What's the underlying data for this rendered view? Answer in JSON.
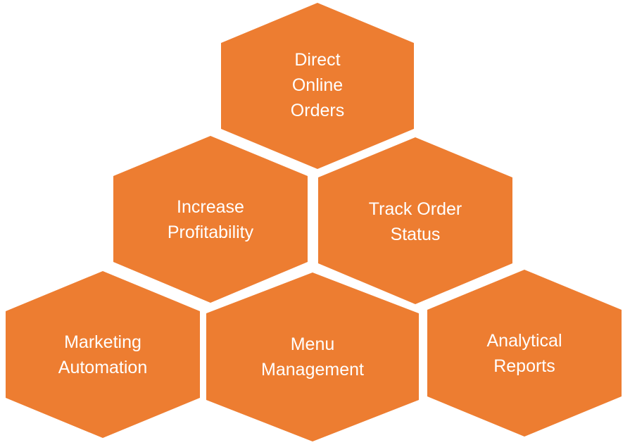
{
  "color": "#ED7D31",
  "text_color": "#FFFFFF",
  "hexagons": [
    {
      "lines": [
        "Direct",
        "Online",
        "Orders"
      ]
    },
    {
      "lines": [
        "Increase",
        "Profitability"
      ]
    },
    {
      "lines": [
        "Track Order",
        "Status"
      ]
    },
    {
      "lines": [
        "Marketing",
        "Automation"
      ]
    },
    {
      "lines": [
        "Menu",
        "Management"
      ]
    },
    {
      "lines": [
        "Analytical",
        "Reports"
      ]
    }
  ]
}
